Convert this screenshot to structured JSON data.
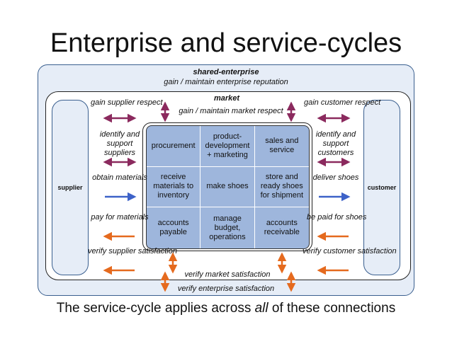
{
  "title": "Enterprise and service-cycles",
  "caption": {
    "before": "The service-cycle applies across ",
    "emphasis": "all",
    "after": " of these connections"
  },
  "shared_enterprise": {
    "label": "shared-enterprise",
    "top_text": "gain / maintain enterprise reputation",
    "bottom_text": "verify enterprise satisfaction"
  },
  "market": {
    "label": "market",
    "top_text": "gain / maintain market respect",
    "bottom_text": "verify market satisfaction"
  },
  "supplier": {
    "label": "supplier"
  },
  "customer": {
    "label": "customer"
  },
  "grid": [
    "procurement",
    "product-development + marketing",
    "sales and service",
    "receive materials to inventory",
    "make shoes",
    "store and ready shoes for shipment",
    "accounts payable",
    "manage budget, operations",
    "accounts receivable"
  ],
  "left_labels": [
    "gain supplier respect",
    "identify and support suppliers",
    "obtain materials",
    "pay for materials",
    "verify supplier satisfaction"
  ],
  "right_labels": [
    "gain customer respect",
    "identify and support customers",
    "deliver shoes",
    "be paid for shoes",
    "verify customer satisfaction"
  ],
  "colors": {
    "purple_arrow": "#8b2a5e",
    "blue_arrow": "#3d62c8",
    "orange_arrow": "#e56a1e",
    "grid_fill": "#9eb6dc",
    "outer_fill": "#e6edf7"
  }
}
